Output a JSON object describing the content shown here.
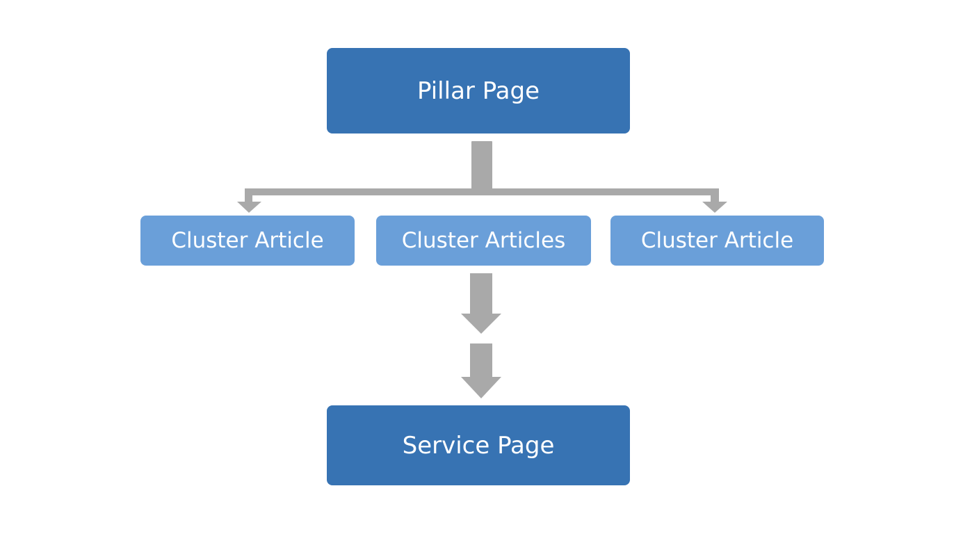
{
  "diagram": {
    "colors": {
      "primary": "#3773b3",
      "secondary": "#6a9fd9",
      "connector": "#a9a9a9",
      "text": "#ffffff"
    },
    "nodes": {
      "pillar": "Pillar Page",
      "cluster_left": "Cluster Article",
      "cluster_center": "Cluster Articles",
      "cluster_right": "Cluster Article",
      "service": "Service Page"
    }
  }
}
